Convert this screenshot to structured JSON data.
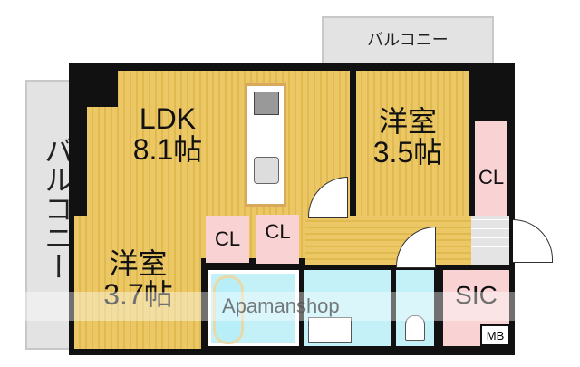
{
  "floorplan": {
    "balcony_top": "バルコニー",
    "balcony_left": "バルコニー",
    "ldk": {
      "name": "LDK",
      "size": "8.1帖"
    },
    "room_a": {
      "name": "洋室",
      "size": "3.5帖"
    },
    "room_b": {
      "name": "洋室",
      "size": "3.7帖"
    },
    "closet_a": "CL",
    "closet_b": "CL",
    "closet_c": "CL",
    "sic": "SIC",
    "mb": "MB",
    "watermark": "Apamanshop"
  },
  "colors": {
    "floor": "#ebc865",
    "wet_area": "#c4f1f8",
    "storage": "#f9d2d4",
    "balcony": "#e3e3e3",
    "wall": "#111111"
  }
}
